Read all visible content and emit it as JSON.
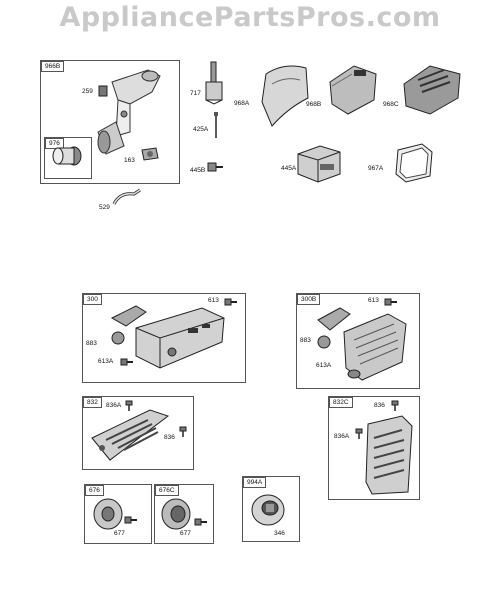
{
  "watermark": "AppliancePartsPros.com",
  "groups": {
    "g966b": {
      "tag": "966B",
      "parts": {
        "p259": "259",
        "p976": "976",
        "p163": "163"
      }
    },
    "g300": {
      "tag": "300",
      "parts": {
        "p613": "613",
        "p883": "883",
        "p613a": "613A"
      }
    },
    "g300b": {
      "tag": "300B",
      "parts": {
        "p613": "613",
        "p883": "883",
        "p613a": "613A"
      }
    },
    "g832": {
      "tag": "832",
      "parts": {
        "p836a": "836A",
        "p836": "836"
      }
    },
    "g832c": {
      "tag": "832C",
      "parts": {
        "p836": "836",
        "p836a": "836A"
      }
    },
    "g676": {
      "tag": "676",
      "parts": {
        "p677": "677"
      }
    },
    "g676c": {
      "tag": "676C",
      "parts": {
        "p677": "677"
      }
    },
    "g994a": {
      "tag": "994A",
      "parts": {
        "p346": "346"
      }
    }
  },
  "loose_parts": {
    "p529": "529",
    "p717": "717",
    "p425a": "425A",
    "p445b": "445B",
    "p968a": "968A",
    "p968b": "968B",
    "p968c": "968C",
    "p445a": "445A",
    "p967a": "967A"
  }
}
